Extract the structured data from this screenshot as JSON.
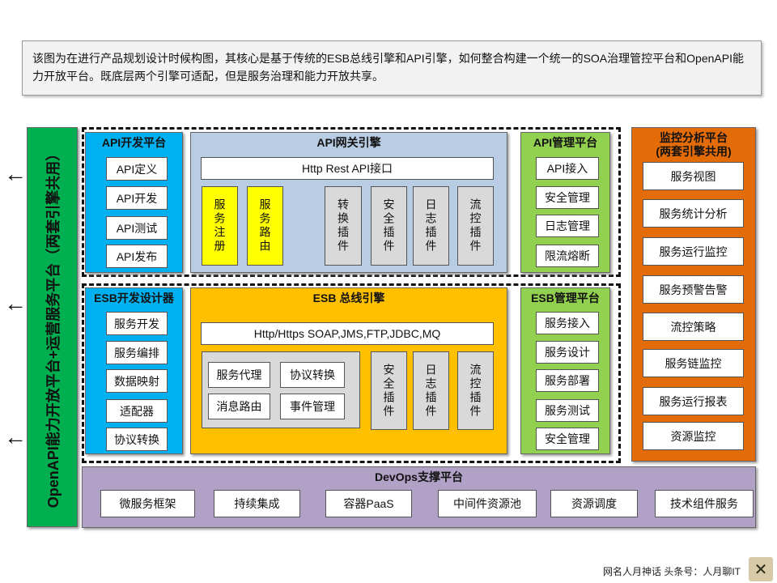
{
  "note": "该图为在进行产品规划设计时候构图，其核心是基于传统的ESB总线引擎和API引擎，如何整合构建一个统一的SOA治理管控平台和OpenAPI能力开放平台。既底层两个引擎可适配，但是服务治理和能力开放共享。",
  "left_bar": "OpenAPI能力开放平台+运营服务平台（两套引擎共用）",
  "api_dev": {
    "title": "API开发平台",
    "items": [
      "API定义",
      "API开发",
      "API测试",
      "API发布"
    ]
  },
  "api_gw": {
    "title": "API网关引擎",
    "interface": "Http Rest API接口",
    "yellow": [
      "服务注册",
      "服务路由"
    ],
    "plugins": [
      "转换插件",
      "安全插件",
      "日志插件",
      "流控插件"
    ]
  },
  "api_mgmt": {
    "title": "API管理平台",
    "items": [
      "API接入",
      "安全管理",
      "日志管理",
      "限流熔断"
    ]
  },
  "monitor": {
    "title": "监控分析平台\n(两套引擎共用)",
    "title1": "监控分析平台",
    "title2": "(两套引擎共用)",
    "items": [
      "服务视图",
      "服务统计分析",
      "服务运行监控",
      "服务预警告警",
      "流控策略",
      "服务链监控",
      "服务运行报表",
      "资源监控"
    ]
  },
  "esb_dev": {
    "title": "ESB开发设计器",
    "items": [
      "服务开发",
      "服务编排",
      "数据映射",
      "适配器",
      "协议转换"
    ]
  },
  "esb": {
    "title": "ESB 总线引擎",
    "interface": "Http/Https SOAP,JMS,FTP,JDBC,MQ",
    "core": [
      "服务代理",
      "协议转换",
      "消息路由",
      "事件管理"
    ],
    "plugins": [
      "安全插件",
      "日志插件",
      "流控插件"
    ]
  },
  "esb_mgmt": {
    "title": "ESB管理平台",
    "items": [
      "服务接入",
      "服务设计",
      "服务部署",
      "服务测试",
      "安全管理"
    ]
  },
  "devops": {
    "title": "DevOps支撑平台",
    "items": [
      "微服务框架",
      "持续集成",
      "容器PaaS",
      "中间件资源池",
      "资源调度",
      "技术组件服务"
    ]
  },
  "footer": "网名人月神话 头条号：人月聊IT"
}
